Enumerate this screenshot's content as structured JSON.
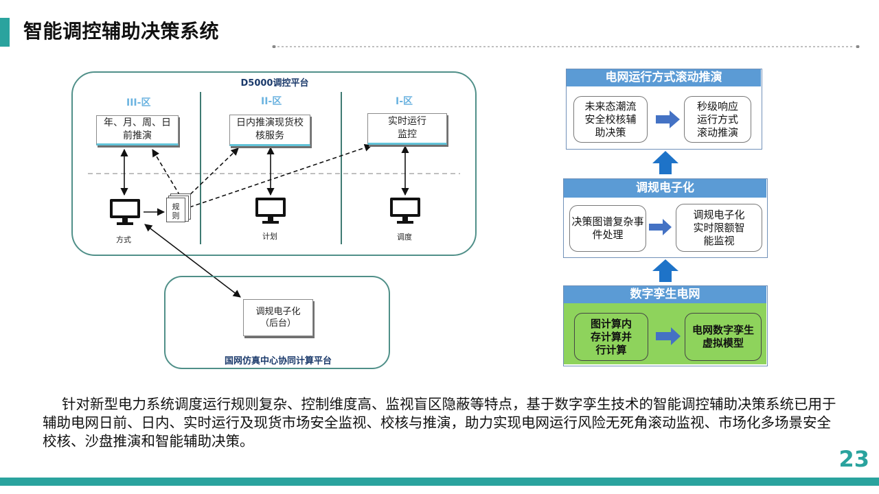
{
  "title": "智能调控辅助决策系统",
  "d5000": {
    "title": "D5000调控平台",
    "zones": [
      "III-区",
      "II-区",
      "I-区"
    ],
    "box_iii": "年、月、周、日前推演",
    "box_ii": "日内推演现货校核服务",
    "box_i": "实时运行监控",
    "rule_box": "规则",
    "monitor_labels": [
      "方式",
      "计划",
      "调度"
    ]
  },
  "sgcc": {
    "title": "国网仿真中心协同计算平台",
    "box": "调规电子化（后台）"
  },
  "right": {
    "section1": {
      "header": "电网运行方式滚动推演",
      "left": "未来态潮流安全校核辅助决策",
      "right": "秒级响应运行方式滚动推演"
    },
    "section2": {
      "header": "调规电子化",
      "left": "决策图谱复杂事件处理",
      "right": "调规电子化实时限额智能监视"
    },
    "section3": {
      "header": "数字孪生电网",
      "left": "图计算内存计算并行计算",
      "right": "电网数字孪生虚拟模型"
    }
  },
  "paragraph": "针对新型电力系统调度运行规则复杂、控制维度高、监视盲区隐蔽等特点，基于数字孪生技术的智能调控辅助决策系统已用于辅助电网日前、日内、实时运行及现货市场安全监视、校核与推演，助力实现电网运行风险无死角滚动监视、市场化多场景安全校核、沙盘推演和智能辅助决策。",
  "page_number": "23",
  "colors": {
    "accent": "#2aa39e",
    "header_blue": "#5b9bd5",
    "green": "#8ed35c"
  },
  "icons": [
    "monitor-icon",
    "up-arrow-icon",
    "right-arrow-icon"
  ]
}
